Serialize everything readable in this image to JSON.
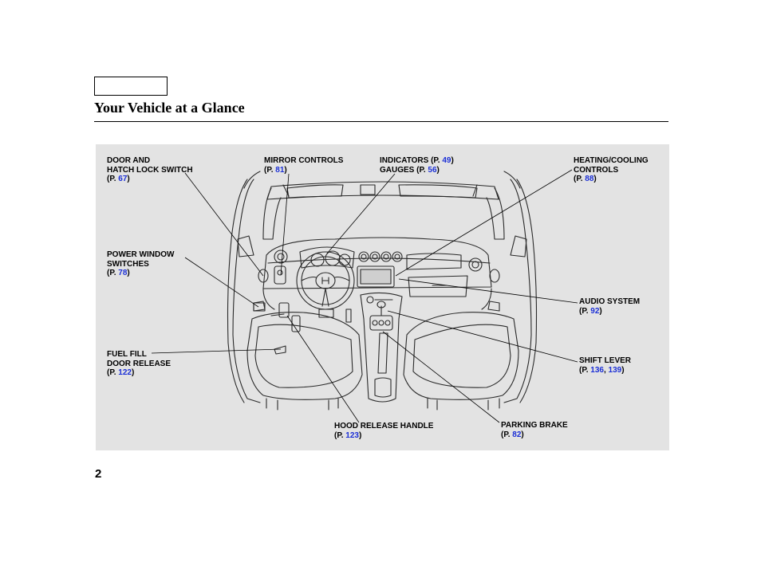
{
  "page": {
    "title": "Your Vehicle at a Glance",
    "page_number": "2"
  },
  "labels": {
    "door_lock": {
      "line1": "DOOR AND",
      "line2": "HATCH LOCK SWITCH",
      "p_open": "(P. ",
      "page": "67",
      "p_close": ")"
    },
    "mirror": {
      "line1": "MIRROR CONTROLS",
      "p_open": "(P. ",
      "page": "81",
      "p_close": ")"
    },
    "indicators": {
      "line1": "INDICATORS",
      "p1_open": "(P. ",
      "page1": "49",
      "p1_close": ")",
      "line2": "GAUGES",
      "p2_open": "(P. ",
      "page2": "56",
      "p2_close": ")"
    },
    "heating": {
      "line1": "HEATING/COOLING",
      "line2": "CONTROLS",
      "p_open": "(P. ",
      "page": "88",
      "p_close": ")"
    },
    "power_window": {
      "line1": "POWER WINDOW",
      "line2": "SWITCHES",
      "p_open": "(P. ",
      "page": "78",
      "p_close": ")"
    },
    "audio": {
      "line1": "AUDIO SYSTEM",
      "p_open": "(P. ",
      "page": "92",
      "p_close": ")"
    },
    "shift": {
      "line1": "SHIFT LEVER",
      "p_open": "(P. ",
      "page1": "136",
      "sep": ", ",
      "page2": "139",
      "p_close": ")"
    },
    "fuel": {
      "line1": "FUEL FILL",
      "line2": "DOOR RELEASE",
      "p_open": "(P. ",
      "page": "122",
      "p_close": ")"
    },
    "hood": {
      "line1": "HOOD RELEASE HANDLE",
      "p_open": "(P. ",
      "page": "123",
      "p_close": ")"
    },
    "parking": {
      "line1": "PARKING BRAKE",
      "p_open": "(P. ",
      "page": "82",
      "p_close": ")"
    }
  },
  "colors": {
    "link": "#1b2fd6",
    "panel": "#e3e3e3"
  }
}
